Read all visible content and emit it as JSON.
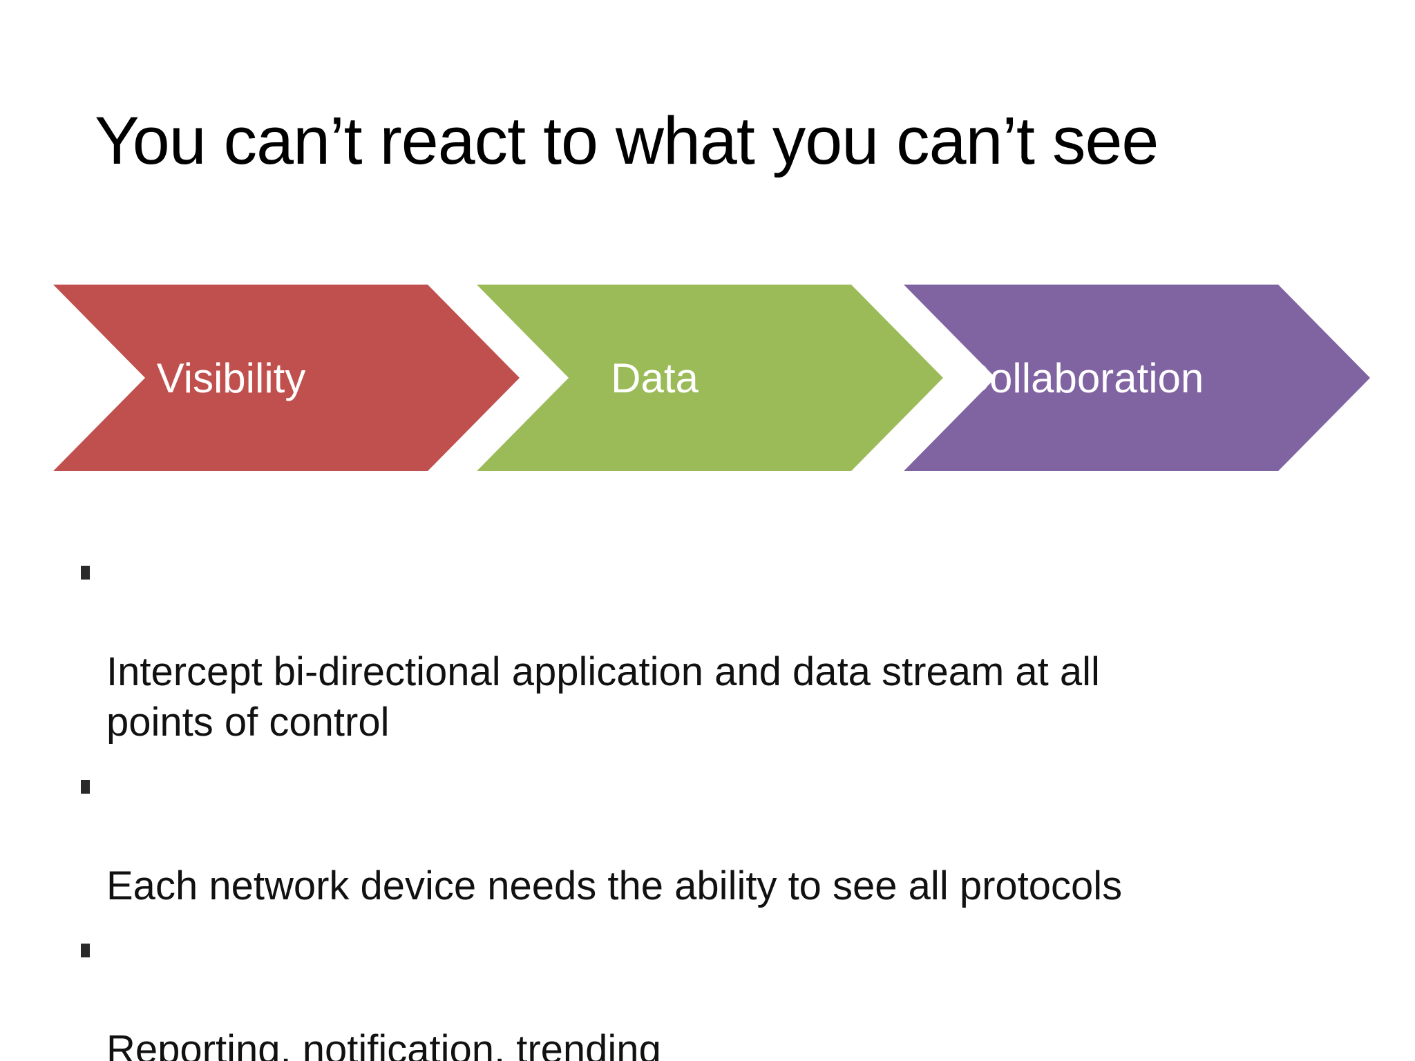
{
  "slide": {
    "title": "You can’t react to what you can’t see",
    "process": {
      "steps": [
        {
          "label": "Visibility",
          "color": "#C0504D"
        },
        {
          "label": "Data",
          "color": "#9BBB59"
        },
        {
          "label": "Collaboration",
          "color": "#8064A2"
        }
      ]
    },
    "bullets": [
      "Intercept bi-directional application and data stream at all\npoints of control",
      "Each network device needs the ability to see all protocols",
      "Reporting, notification, trending"
    ],
    "colors": {
      "background": "#FFFFFF",
      "title_text": "#000000",
      "body_text": "#111111",
      "chevron_label_text": "#FFFFFF",
      "bullet_marker": "#2A2A2A"
    }
  }
}
